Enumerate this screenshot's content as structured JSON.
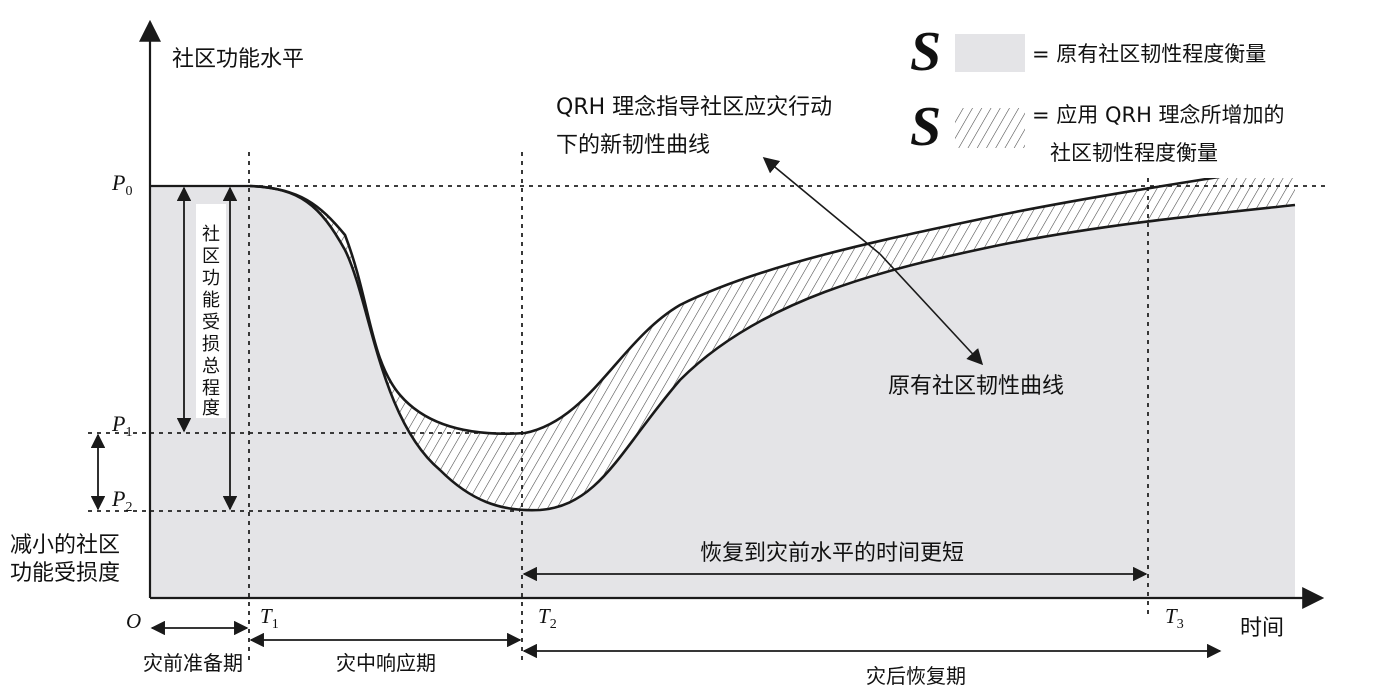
{
  "axes": {
    "y_label": "社区功能水平",
    "x_label": "时间",
    "origin": "O"
  },
  "levels": {
    "p0": {
      "letter": "P",
      "sub": "0"
    },
    "p1": {
      "letter": "P",
      "sub": "1"
    },
    "p2": {
      "letter": "P",
      "sub": "2"
    }
  },
  "times": {
    "t1": {
      "letter": "T",
      "sub": "1"
    },
    "t2": {
      "letter": "T",
      "sub": "2"
    },
    "t3": {
      "letter": "T",
      "sub": "3"
    }
  },
  "legend": {
    "symbol": "S",
    "gray_desc": "= 原有社区韧性程度衡量",
    "hatch_desc_line1": "= 应用 QRH 理念所增加的",
    "hatch_desc_line2": "社区韧性程度衡量"
  },
  "annotations": {
    "new_curve_line1": "QRH 理念指导社区应灾行动",
    "new_curve_line2": "下的新韧性曲线",
    "original_curve": "原有社区韧性曲线",
    "total_damage_vertical": [
      "社",
      "区",
      "功",
      "能",
      "受",
      "损",
      "总",
      "程",
      "度"
    ],
    "reduced_damage_line1": "减小的社区",
    "reduced_damage_line2": "功能受损度",
    "faster_recovery": "恢复到灾前水平的时间更短"
  },
  "phases": {
    "preparation": "灾前准备期",
    "response": "灾中响应期",
    "recovery": "灾后恢复期"
  },
  "colors": {
    "gray_fill": "#e4e4e7",
    "line": "#1a1a1a",
    "hatch": "#444444"
  }
}
